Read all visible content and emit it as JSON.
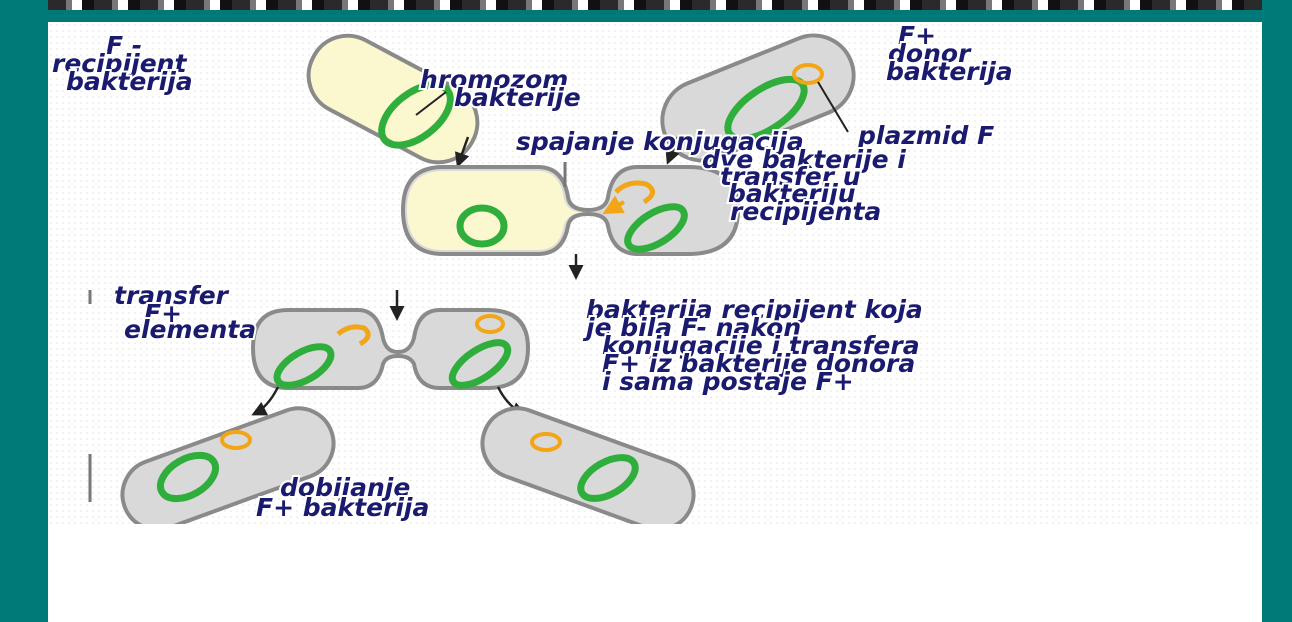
{
  "labels": {
    "f_minus": "F -",
    "recipient_1": "recipijent",
    "recipient_2": "bakterija",
    "chromosome_1": "hromozom",
    "chromosome_2": "bakterije",
    "f_plus": "F+",
    "donor_1": "donor",
    "donor_2": "bakterija",
    "plasmid": "plazmid F",
    "conj_1": "spajanje  konjugacija",
    "conj_2": "dve bakterije i",
    "conj_3": "transfer u",
    "conj_4": "bakteriju",
    "conj_5": "recipijenta",
    "transfer_1": "transfer",
    "transfer_2": "F+",
    "transfer_3": "elementa",
    "result_1": "bakterija recipijent koja",
    "result_2": "je bila F- nakon",
    "result_3": "konjugacije i transfera",
    "result_4": "F+ iz bakterije donora",
    "result_5": "i sama postaje F+",
    "final_1": "dobijanje",
    "final_2": "F+ bakterija"
  },
  "colors": {
    "frame": "#007a78",
    "recipient_fill": "#fbf7cf",
    "donor_fill": "#d9d9d9",
    "chromosome": "#2fae3c",
    "plasmid": "#f2a515",
    "text": "#1a1a6e"
  }
}
